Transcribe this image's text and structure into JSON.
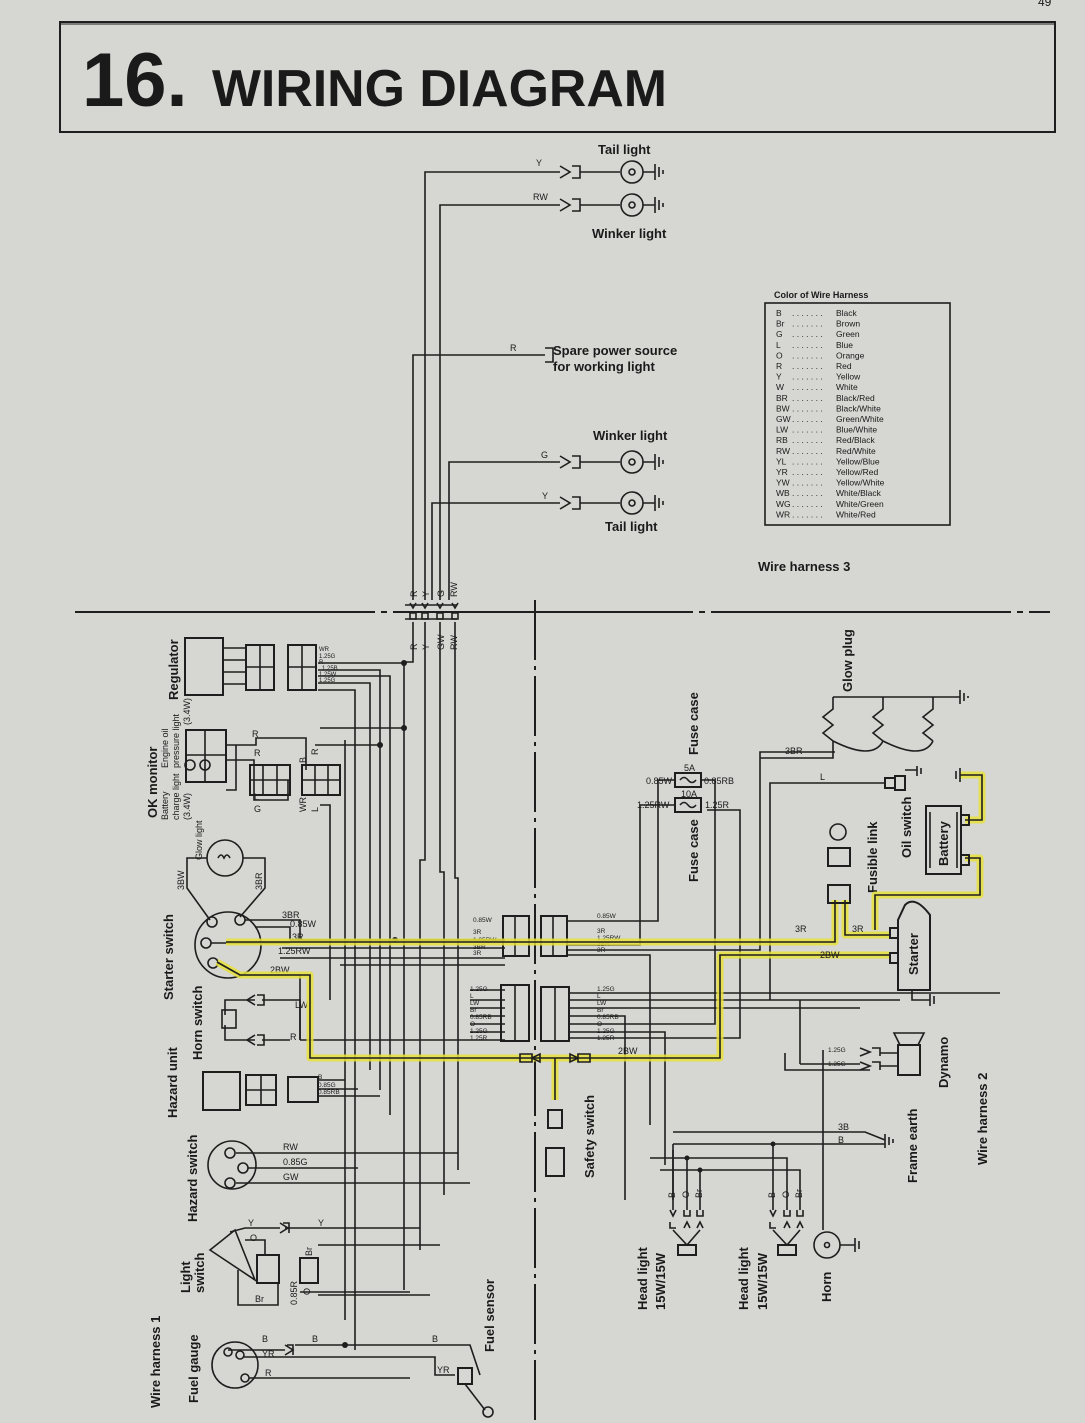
{
  "page_number": "49",
  "title": {
    "number": "16.",
    "text": "WIRING DIAGRAM"
  },
  "components": {
    "tail_light_top": "Tail light",
    "winker_light_top": "Winker light",
    "spare_power_1": "Spare power source",
    "spare_power_2": "for working light",
    "winker_light_bottom": "Winker light",
    "tail_light_bottom": "Tail light",
    "regulator": "Regulator",
    "ok_monitor": "OK monitor",
    "engine_oil_1": "Engine oil",
    "engine_oil_2": "pressure light",
    "engine_oil_w": "(3.4W)",
    "battery_charge_1": "Battery",
    "battery_charge_2": "charge light",
    "battery_charge_w": "(3.4W)",
    "glow_light": "Glow light",
    "starter_switch": "Starter switch",
    "horn_switch": "Horn switch",
    "hazard_unit": "Hazard unit",
    "hazard_switch": "Hazard switch",
    "light_switch_1": "Light",
    "light_switch_2": "switch",
    "wire_harness_1": "Wire harness 1",
    "fuel_gauge": "Fuel gauge",
    "fuel_sensor": "Fuel sensor",
    "safety_switch": "Safety switch",
    "fuse_case_1": "Fuse case",
    "fuse_case_2": "Fuse case",
    "fuse_5a": "5A",
    "fuse_10a": "10A",
    "glow_plug": "Glow plug",
    "fusible_link": "Fusible link",
    "oil_switch": "Oil switch",
    "battery": "Battery",
    "starter": "Starter",
    "dynamo": "Dynamo",
    "frame_earth": "Frame earth",
    "wire_harness_2": "Wire harness 2",
    "wire_harness_3": "Wire harness 3",
    "head_light_1a": "Head light",
    "head_light_1b": "15W/15W",
    "head_light_2a": "Head light",
    "head_light_2b": "15W/15W",
    "horn": "Horn"
  },
  "wires": {
    "y_top": "Y",
    "rw_top": "RW",
    "r_spare": "R",
    "g_winker": "G",
    "y_tail": "Y",
    "harness_top": [
      "R",
      "Y",
      "G",
      "RW"
    ],
    "harness_bottom": [
      "R",
      "Y",
      "GW",
      "RW"
    ],
    "reg": [
      "WR",
      "1.25G",
      "R",
      "1.25B",
      "1.25W",
      "1.25G"
    ],
    "okm_r1": "R",
    "okm_r2": "R",
    "okm_g": "G",
    "okm_l": "L",
    "okm_b": "B",
    "okm_rr": "R",
    "okm_wr": "WR",
    "okm_l2": "L",
    "glow_3bw": "3BW",
    "glow_3br": "3BR",
    "ss": [
      "3BR",
      "0.85W",
      "3R",
      "1.25RW",
      "2BW"
    ],
    "horn_lw": "LW",
    "horn_r": "R",
    "hz_unit": [
      "B",
      "0.85G",
      "0.85RB"
    ],
    "hz_sw": [
      "RW",
      "0.85G",
      "GW"
    ],
    "ls_y1": "Y",
    "ls_y2": "Y",
    "ls_o": "O",
    "ls_br": "Br",
    "ls_br2": "Br",
    "ls_085r": "0.85R",
    "ls_o2": "O",
    "fg_b1": "B",
    "fg_b2": "B",
    "fg_yr": "YR",
    "fg_r": "R",
    "fs_b": "B",
    "fs_yr": "YR",
    "conn_left_top": [
      "0.85W",
      "3R",
      "1.25RW",
      "3BR",
      "3R"
    ],
    "conn_right_top": [
      "0.85W",
      "3R",
      "1.25RW",
      "3BR",
      "3R"
    ],
    "conn_left_bot": [
      "1.25G",
      "L",
      "LW",
      "Br",
      "0.85RB",
      "O",
      "1.25G",
      "1.25R"
    ],
    "conn_right_bot": [
      "1.25G",
      "L",
      "LW",
      "Br",
      "0.85RB",
      "O",
      "1.25G",
      "1.25R"
    ],
    "w_28w_a": "2BW",
    "w_28w_b": "2BW",
    "fuse_085w": "0.85W",
    "fuse_085rb": "0.85RB",
    "fuse_125rw": "1.25RW",
    "fuse_125r": "1.25R",
    "oil_l": "L",
    "st_3r_a": "3R",
    "st_3r_b": "3R",
    "dyn_1": "1.25G",
    "dyn_2": "1.25G",
    "earth_3b": "3B",
    "earth_b": "B",
    "hl1": [
      "B",
      "O",
      "Br"
    ],
    "hl2": [
      "B",
      "O",
      "Br"
    ]
  },
  "legend": {
    "title": "Color of Wire Harness",
    "entries": [
      {
        "code": "B",
        "color": "Black"
      },
      {
        "code": "Br",
        "color": "Brown"
      },
      {
        "code": "G",
        "color": "Green"
      },
      {
        "code": "L",
        "color": "Blue"
      },
      {
        "code": "O",
        "color": "Orange"
      },
      {
        "code": "R",
        "color": "Red"
      },
      {
        "code": "Y",
        "color": "Yellow"
      },
      {
        "code": "W",
        "color": "White"
      },
      {
        "code": "BR",
        "color": "Black/Red"
      },
      {
        "code": "BW",
        "color": "Black/White"
      },
      {
        "code": "GW",
        "color": "Green/White"
      },
      {
        "code": "LW",
        "color": "Blue/White"
      },
      {
        "code": "RB",
        "color": "Red/Black"
      },
      {
        "code": "RW",
        "color": "Red/White"
      },
      {
        "code": "YL",
        "color": "Yellow/Blue"
      },
      {
        "code": "YR",
        "color": "Yellow/Red"
      },
      {
        "code": "YW",
        "color": "Yellow/White"
      },
      {
        "code": "WB",
        "color": "White/Black"
      },
      {
        "code": "WG",
        "color": "White/Green"
      },
      {
        "code": "WR",
        "color": "White/Red"
      }
    ]
  },
  "colors": {
    "paper": "#d6d6d3",
    "ink": "#1e1e1e",
    "highlight": "#e6e23a"
  }
}
